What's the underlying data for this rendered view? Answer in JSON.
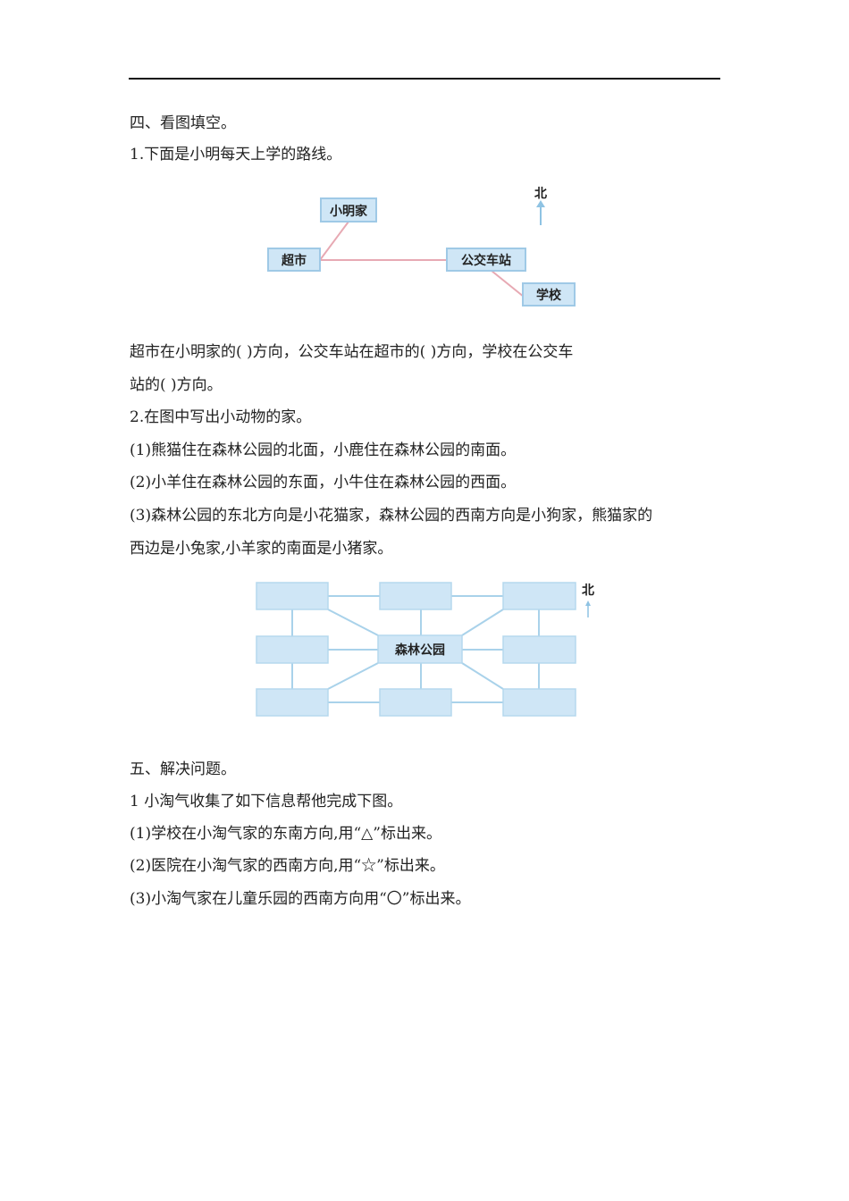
{
  "section4": {
    "title": "四、看图填空。",
    "q1": "1.下面是小明每天上学的路线。",
    "diagram1": {
      "north": "北",
      "boxes": [
        "小明家",
        "超市",
        "公交车站",
        "学校"
      ]
    },
    "q1_line1": "超市在小明家的(            )方向，公交车站在超市的(         )方向，学校在公交车",
    "q1_line2": "站的(            )方向。",
    "q2": "2.在图中写出小动物的家。",
    "q2_1": "(1)熊猫住在森林公园的北面，小鹿住在森林公园的南面。",
    "q2_2": "(2)小羊住在森林公园的东面，小牛住在森林公园的西面。",
    "q2_3a": "(3)森林公园的东北方向是小花猫家，森林公园的西南方向是小狗家，熊猫家的",
    "q2_3b": "西边是小兔家,小羊家的南面是小猪家。",
    "diagram2": {
      "north": "北",
      "center": "森林公园"
    }
  },
  "section5": {
    "title": "五、解决问题。",
    "q1": "1 小淘气收集了如下信息帮他完成下图。",
    "items": [
      "(1)学校在小淘气家的东南方向,用“△”标出来。",
      "(2)医院在小淘气家的西南方向,用“☆”标出来。",
      "(3)小淘气家在儿童乐园的西南方向用“〇”标出来。"
    ]
  },
  "colors": {
    "box_fill": "#cfe6f6",
    "box_stroke": "#9fc9e6",
    "route": "#e7a9b3",
    "grid_line": "#a9d2ea"
  }
}
